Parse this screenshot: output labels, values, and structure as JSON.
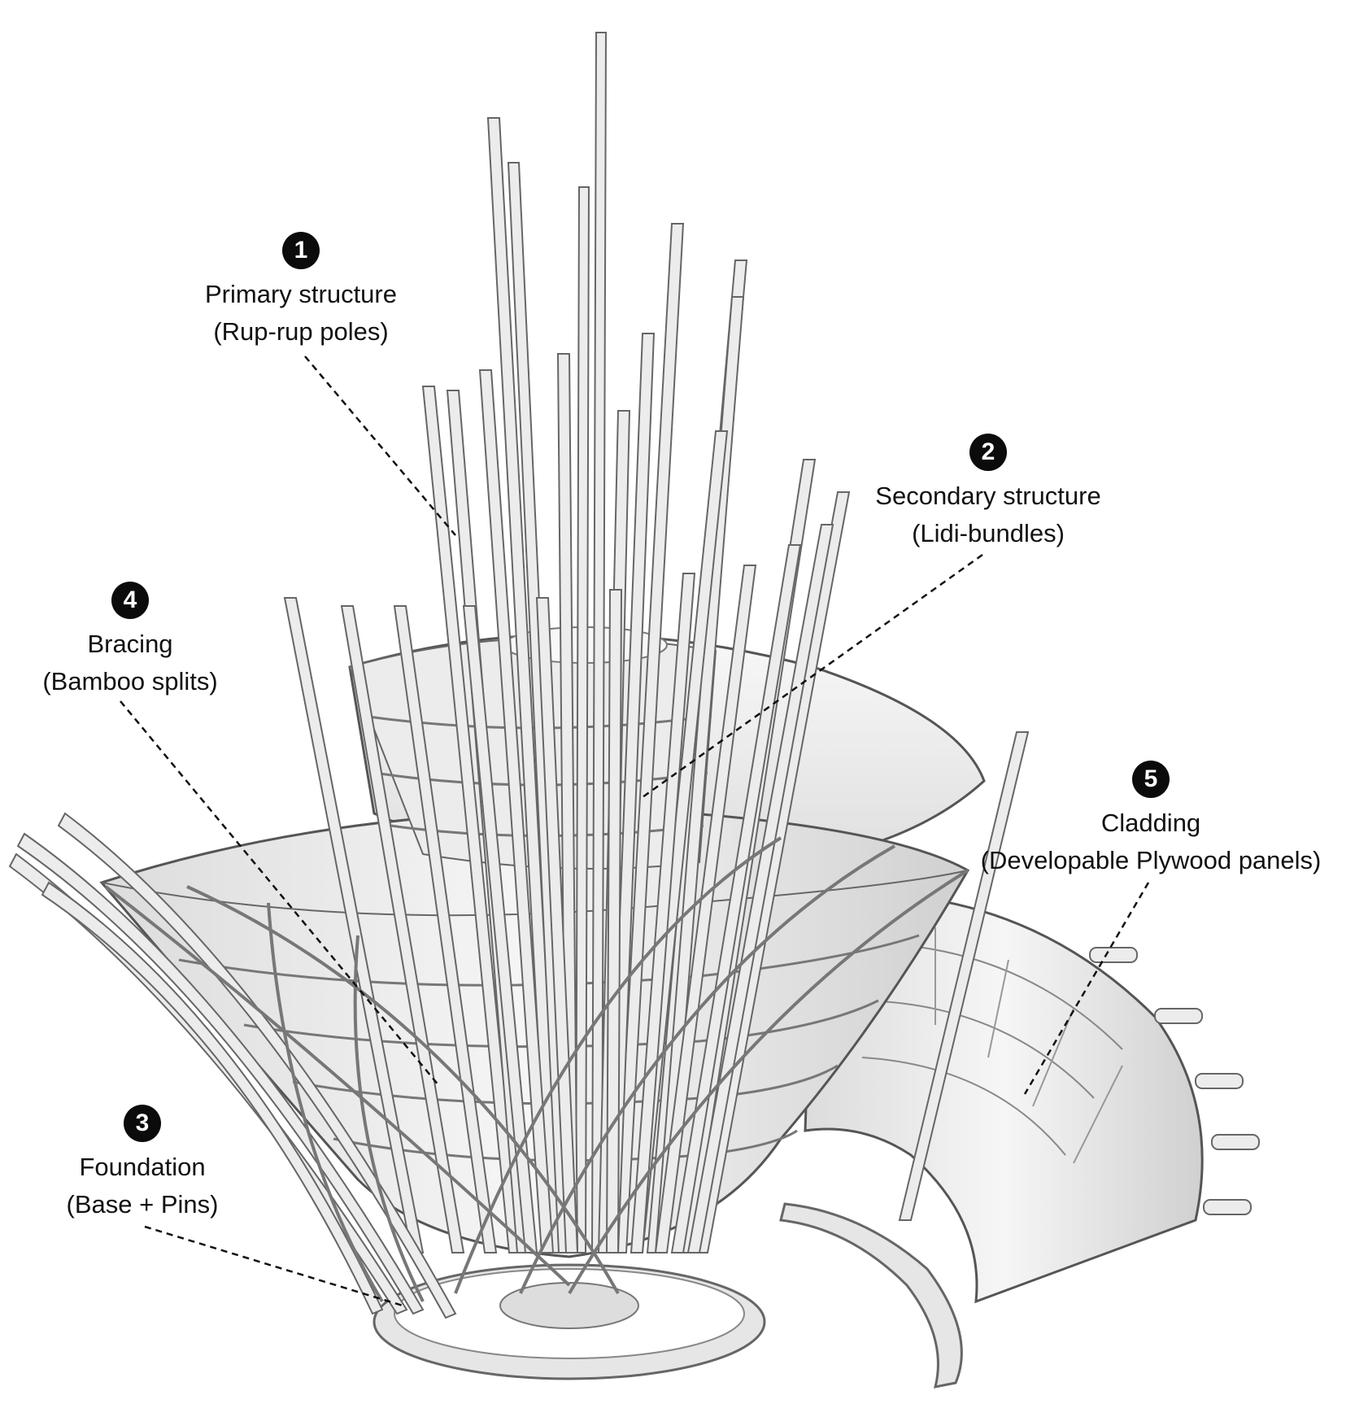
{
  "colors": {
    "pole": "#e8e8e8",
    "outline": "#666666",
    "panel": "#efefef",
    "panel_shade": "#d8d8d8",
    "leader": "#111111"
  },
  "labels": [
    {
      "id": "primary",
      "number": "1",
      "title": "Primary structure",
      "subtitle": "(Rup-rup poles)"
    },
    {
      "id": "secondary",
      "number": "2",
      "title": "Secondary structure",
      "subtitle": "(Lidi-bundles)"
    },
    {
      "id": "foundation",
      "number": "3",
      "title": "Foundation",
      "subtitle": "(Base + Pins)"
    },
    {
      "id": "bracing",
      "number": "4",
      "title": "Bracing",
      "subtitle": "(Bamboo splits)"
    },
    {
      "id": "cladding",
      "number": "5",
      "title": "Cladding",
      "subtitle": "(Developable Plywood panels)"
    }
  ]
}
